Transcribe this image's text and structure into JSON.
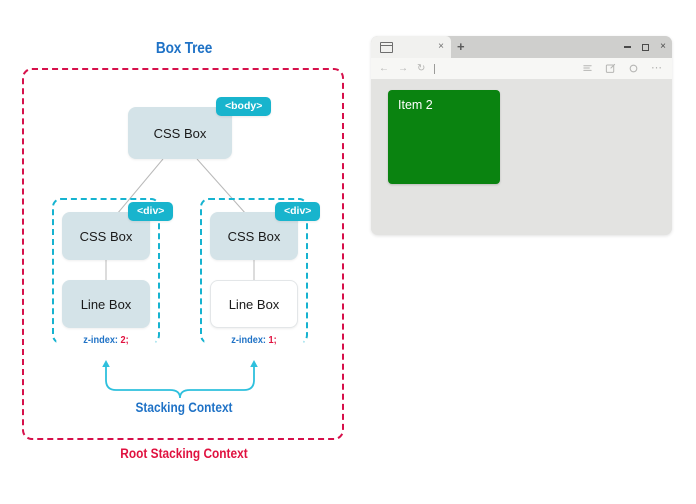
{
  "diagram": {
    "title": "Box Tree",
    "root_stacking_label": "Root Stacking Context",
    "stacking_context_label": "Stacking Context",
    "nodes": [
      {
        "id": "body-css-box",
        "label": "CSS Box",
        "tag": "<body>"
      },
      {
        "id": "div1-css-box",
        "label": "CSS Box",
        "tag": "<div>"
      },
      {
        "id": "div1-line-box",
        "label": "Line Box"
      },
      {
        "id": "div2-css-box",
        "label": "CSS Box",
        "tag": "<div>"
      },
      {
        "id": "div2-line-box",
        "label": "Line Box"
      }
    ],
    "tags": {
      "body": "<body>",
      "div_left": "<div>",
      "div_right": "<div>"
    },
    "zindex": {
      "left_property": "z-index:",
      "left_value": "2",
      "left_semicolon": ";",
      "right_property": "z-index:",
      "right_value": "1",
      "right_semicolon": ";"
    },
    "colors": {
      "crimson": "#e0113f",
      "teal": "#18b4cd",
      "blue_text": "#1f72c6",
      "box_fill": "#d4e3e8",
      "white_box_fill": "#ffffff"
    }
  },
  "browser": {
    "tab": {
      "favicon": "window-icon",
      "close_label": "×"
    },
    "new_tab_label": "+",
    "window_controls": {
      "minimize": "minimize-icon",
      "maximize": "maximize-icon",
      "close": "×"
    },
    "nav": {
      "back": "←",
      "forward": "→",
      "reload": "↻"
    },
    "address_value": "",
    "toolbar_right": {
      "reading_list": "reading-list-icon",
      "notes": "notes-icon",
      "hub": "hub-icon",
      "more": "⋯"
    },
    "page": {
      "item_label": "Item 2",
      "item_color": "#0a8310"
    }
  }
}
